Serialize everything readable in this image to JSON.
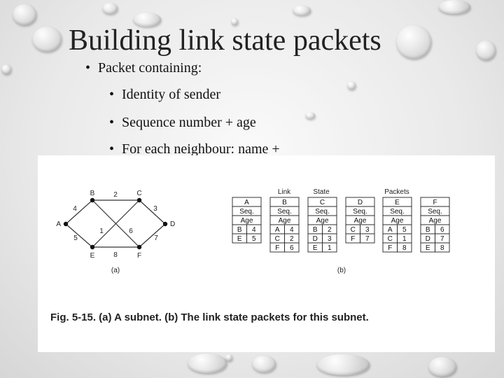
{
  "slide": {
    "title": "Building link state packets",
    "bullets": [
      "Packet containing:",
      "Identity of sender",
      "Sequence number + age",
      "For each neighbour: name +"
    ]
  },
  "figure": {
    "header_words": [
      "Link",
      "State",
      "Packets"
    ],
    "nodes": [
      "A",
      "B",
      "C",
      "D",
      "E",
      "F"
    ],
    "edges": [
      {
        "from": "B",
        "to": "C",
        "weight": "2"
      },
      {
        "from": "A",
        "to": "B",
        "weight": "4"
      },
      {
        "from": "C",
        "to": "D",
        "weight": "3"
      },
      {
        "from": "A",
        "to": "E",
        "weight": "5"
      },
      {
        "from": "D",
        "to": "F",
        "weight": "7"
      },
      {
        "from": "E",
        "to": "F",
        "weight": "8"
      },
      {
        "from": "B",
        "to": "F",
        "weight": "1"
      },
      {
        "from": "C",
        "to": "E",
        "weight": "6"
      }
    ],
    "packets": [
      {
        "sender": "A",
        "seq": "Seq.",
        "age": "Age",
        "rows": [
          [
            "B",
            "4"
          ],
          [
            "E",
            "5"
          ]
        ]
      },
      {
        "sender": "B",
        "seq": "Seq.",
        "age": "Age",
        "rows": [
          [
            "A",
            "4"
          ],
          [
            "C",
            "2"
          ],
          [
            "F",
            "6"
          ]
        ]
      },
      {
        "sender": "C",
        "seq": "Seq.",
        "age": "Age",
        "rows": [
          [
            "B",
            "2"
          ],
          [
            "D",
            "3"
          ],
          [
            "E",
            "1"
          ]
        ]
      },
      {
        "sender": "D",
        "seq": "Seq.",
        "age": "Age",
        "rows": [
          [
            "C",
            "3"
          ],
          [
            "F",
            "7"
          ]
        ]
      },
      {
        "sender": "E",
        "seq": "Seq.",
        "age": "Age",
        "rows": [
          [
            "A",
            "5"
          ],
          [
            "C",
            "1"
          ],
          [
            "F",
            "8"
          ]
        ]
      },
      {
        "sender": "F",
        "seq": "Seq.",
        "age": "Age",
        "rows": [
          [
            "B",
            "6"
          ],
          [
            "D",
            "7"
          ],
          [
            "E",
            "8"
          ]
        ]
      }
    ],
    "sublabel_a": "(a)",
    "sublabel_b": "(b)",
    "caption": "Fig. 5-15. (a) A subnet. (b) The link state packets for this subnet."
  }
}
